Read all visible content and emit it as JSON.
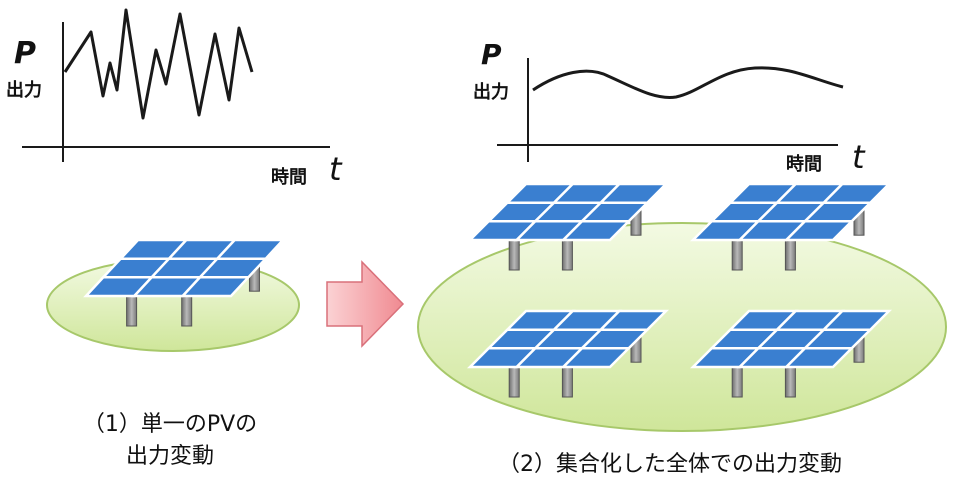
{
  "left_chart": {
    "y_var": "P",
    "y_label": "出力",
    "x_label": "時間",
    "x_var": "t"
  },
  "right_chart": {
    "y_var": "P",
    "y_label": "出力",
    "x_label": "時間",
    "x_var": "t"
  },
  "captions": {
    "left_line1": "（1）単一のPVの",
    "left_line2": "出力変動",
    "right": "（2）集合化した全体での出力変動"
  },
  "colors": {
    "panel_fill": "#3a7fd0",
    "panel_edge": "#ffffff",
    "leg_fill": "#8a8a8a",
    "ellipse_fill": "#dff0b8",
    "ellipse_edge": "#a7c86a",
    "arrow_fill": "#f4a3a8",
    "line": "#1a1a1a"
  },
  "icons": {
    "arrow": "right-arrow-icon",
    "pv_array": "solar-panel-array-icon"
  }
}
